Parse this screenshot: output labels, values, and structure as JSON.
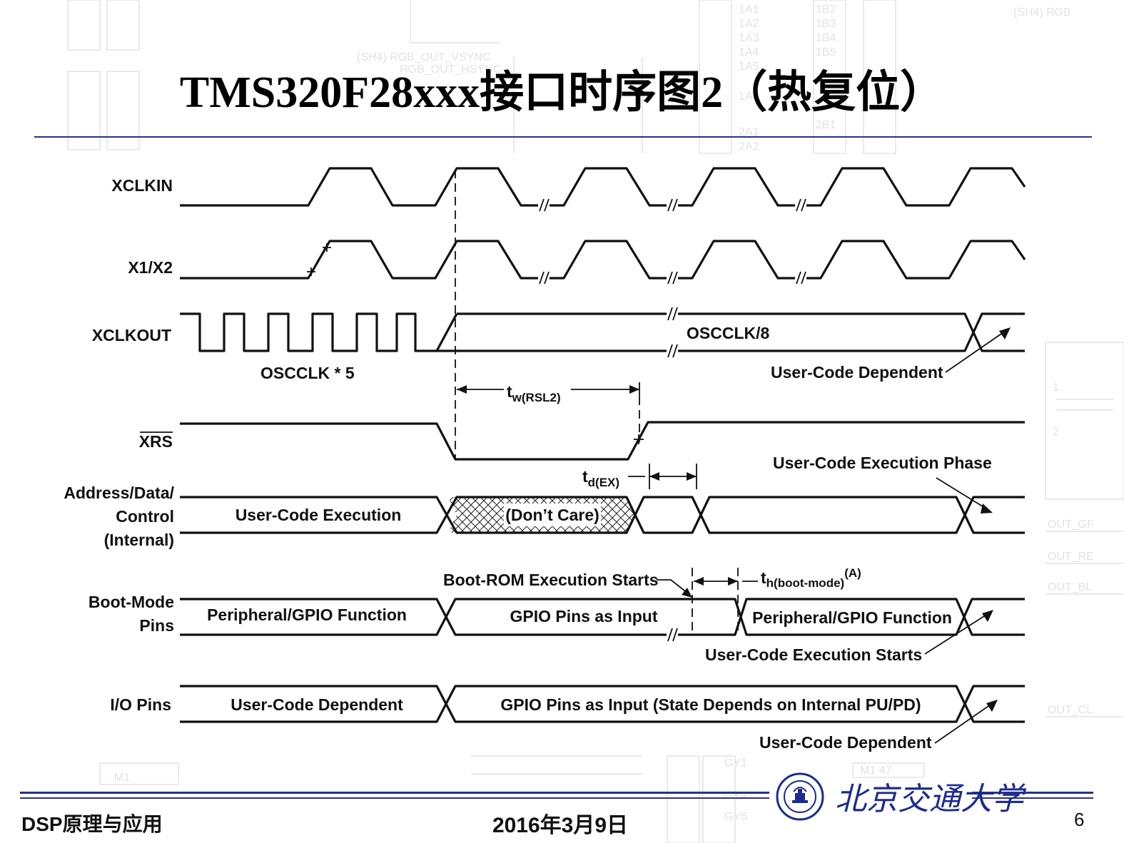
{
  "slide": {
    "title": "TMS320F28xxx接口时序图2（热复位）",
    "course": "DSP原理与应用",
    "date": "2016年3月9日",
    "page": "6",
    "university": "北京交通大学"
  },
  "colors": {
    "accent": "#27328a",
    "university_blue": "#1c2c8f",
    "waveform": "#111111"
  },
  "signals": {
    "xclkin": "XCLKIN",
    "x1x2": "X1/X2",
    "xclkout": "XCLKOUT",
    "xrs": "XRS",
    "addr_line1": "Address/Data/",
    "addr_line2": "Control",
    "addr_line3": "(Internal)",
    "boot_line1": "Boot-Mode",
    "boot_line2": "Pins",
    "io": "I/O Pins"
  },
  "labels": {
    "osc_x5": "OSCCLK * 5",
    "osc_div8": "OSCCLK/8",
    "user_code_dependent_1": "User-Code Dependent",
    "tw_main": "t",
    "tw_sub": "w(RSL2)",
    "td_main": "t",
    "td_sub": "d(EX)",
    "exec_phase": "User-Code Execution Phase",
    "user_code_exec": "User-Code Execution",
    "dont_care": "(Don’t Care)",
    "boot_rom_starts": "Boot-ROM Execution Starts",
    "th_main": "t",
    "th_sub": "h(boot-mode)",
    "th_sup": "(A)",
    "periph_gpio_1": "Peripheral/GPIO Function",
    "gpio_input": "GPIO Pins as Input",
    "periph_gpio_2": "Peripheral/GPIO Function",
    "user_code_exec_starts": "User-Code Execution Starts",
    "io_user_code_dependent": "User-Code Dependent",
    "io_gpio_input": "GPIO Pins as Input (State Depends on Internal PU/PD)",
    "user_code_dependent_2": "User-Code Dependent"
  }
}
